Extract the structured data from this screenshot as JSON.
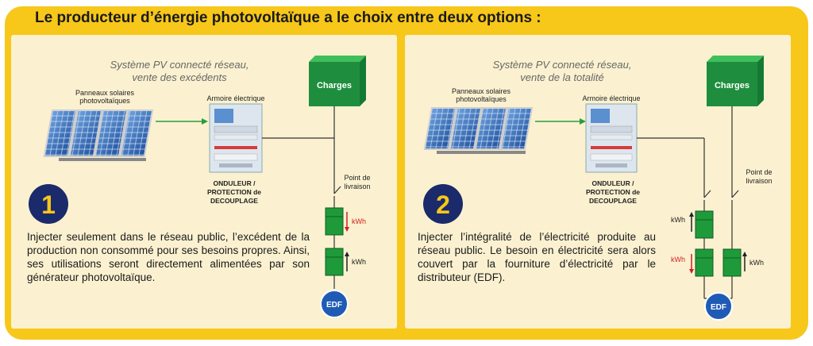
{
  "title": "Le producteur d’énergie photovoltaïque a le choix entre deux options :",
  "colors": {
    "frame": "#f7c71a",
    "panel": "#fbf1d0",
    "arrow": "#2a9d3c",
    "meter": "#1f9a3a",
    "charges": "#1e8e3e",
    "badge": "#1b2a6b",
    "badge_digit": "#f7c71a",
    "edf": "#1f5bb5",
    "kwh_red": "#d21f1f"
  },
  "options": [
    {
      "number": "1",
      "subtitle_line1": "Système PV connecté réseau,",
      "subtitle_line2": "vente des excédents",
      "panels_label_line1": "Panneaux solaires",
      "panels_label_line2": "photovoltaïques",
      "cabinet_label": "Armoire électrique",
      "charges_label": "Charges",
      "inverter_label_line1": "ONDULEUR /",
      "inverter_label_line2": "PROTECTION de",
      "inverter_label_line3": "DECOUPLAGE",
      "delivery_label_line1": "Point de",
      "delivery_label_line2": "livraison",
      "kwh_out": "kWh",
      "kwh_in": "kWh",
      "edf_label": "EDF",
      "description": "Injecter seulement dans le réseau public, l’excédent de la production non consommé pour ses besoins propres. Ainsi, ses utilisations seront directement alimentées par son générateur photovoltaïque."
    },
    {
      "number": "2",
      "subtitle_line1": "Système PV connecté réseau,",
      "subtitle_line2": "vente de la totalité",
      "panels_label_line1": "Panneaux solaires",
      "panels_label_line2": "photovoltaïques",
      "cabinet_label": "Armoire électrique",
      "charges_label": "Charges",
      "inverter_label_line1": "ONDULEUR /",
      "inverter_label_line2": "PROTECTION de",
      "inverter_label_line3": "DECOUPLAGE",
      "delivery_label_line1": "Point de",
      "delivery_label_line2": "livraison",
      "kwh_up": "kWh",
      "kwh_red": "kWh",
      "kwh_right": "kWh",
      "edf_label": "EDF",
      "description": "Injecter l’intégralité de l’électricité produite au réseau public. Le besoin en électricité sera alors couvert par la fourniture d’électricité par le distributeur (EDF)."
    }
  ]
}
